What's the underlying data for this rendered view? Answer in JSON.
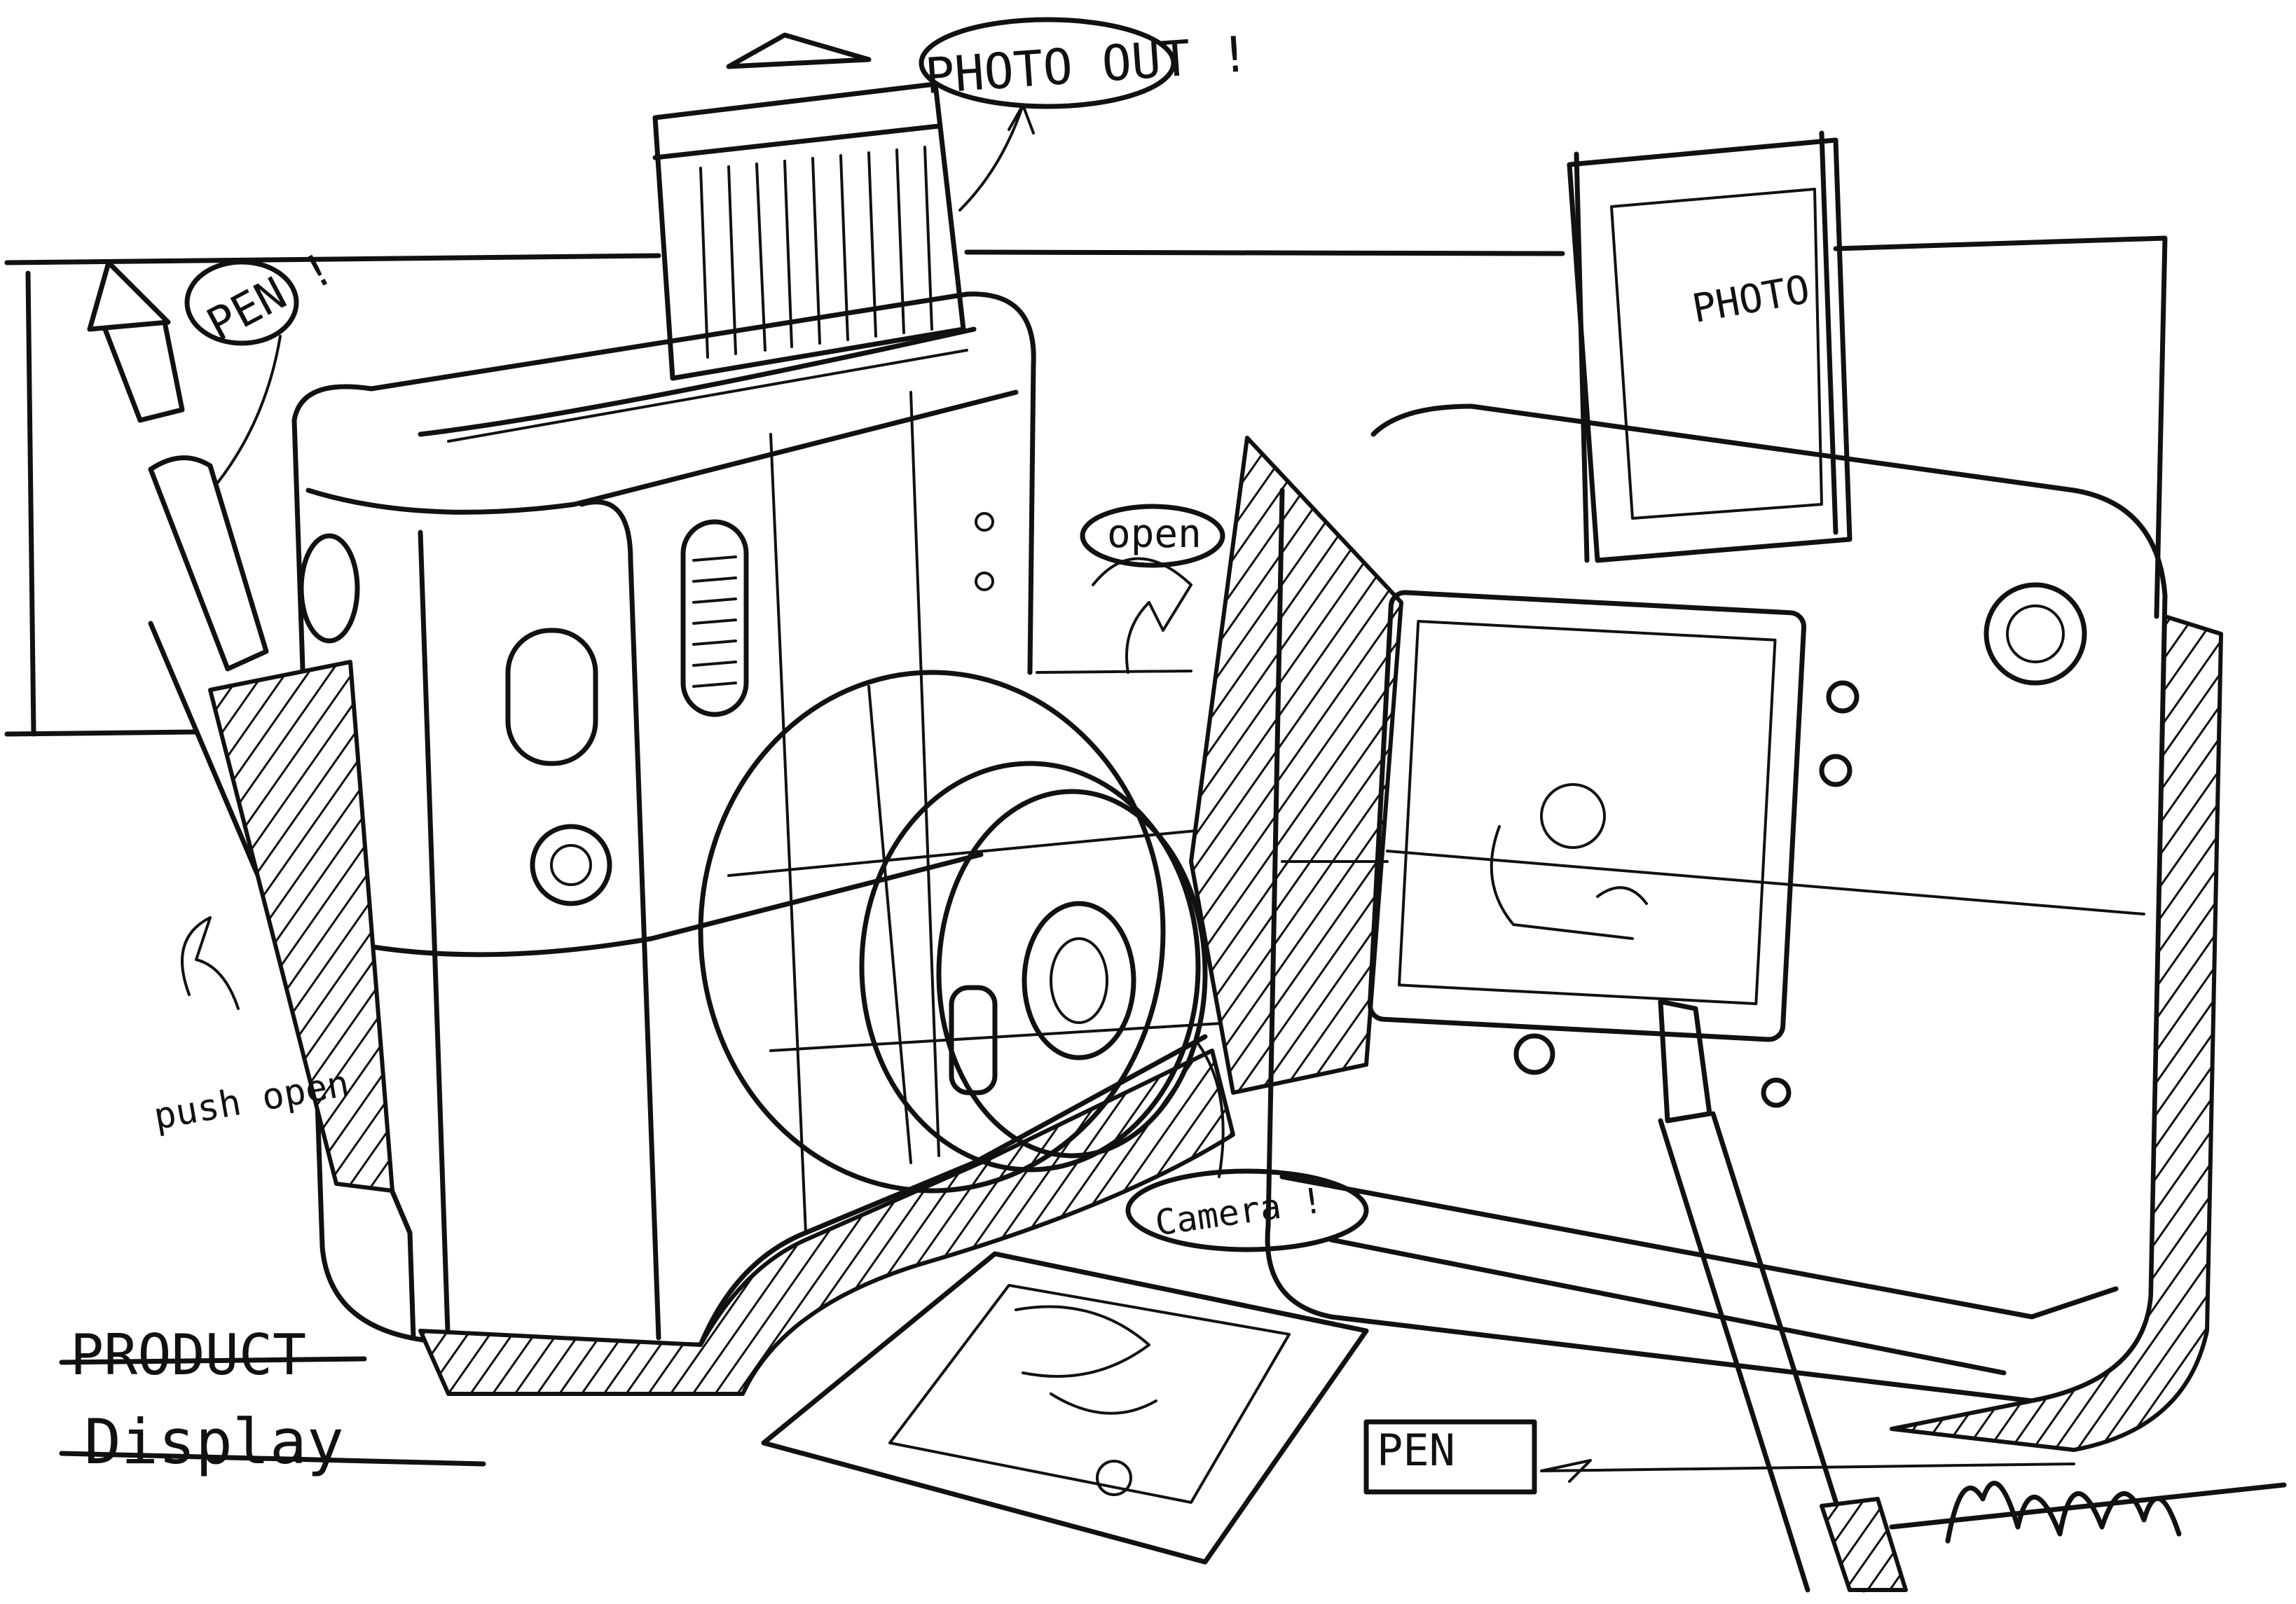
{
  "annotations": {
    "photo_out": "PHOTO OUT !",
    "pen": "PEN !",
    "open": "open",
    "push_open": "push open",
    "camera": "Camera !",
    "photo": "PHOTO",
    "pen_label": "PEN",
    "product": "PRODUCT",
    "display": "Display"
  },
  "colors": {
    "ink": "#111111",
    "paper": "#ffffff"
  }
}
